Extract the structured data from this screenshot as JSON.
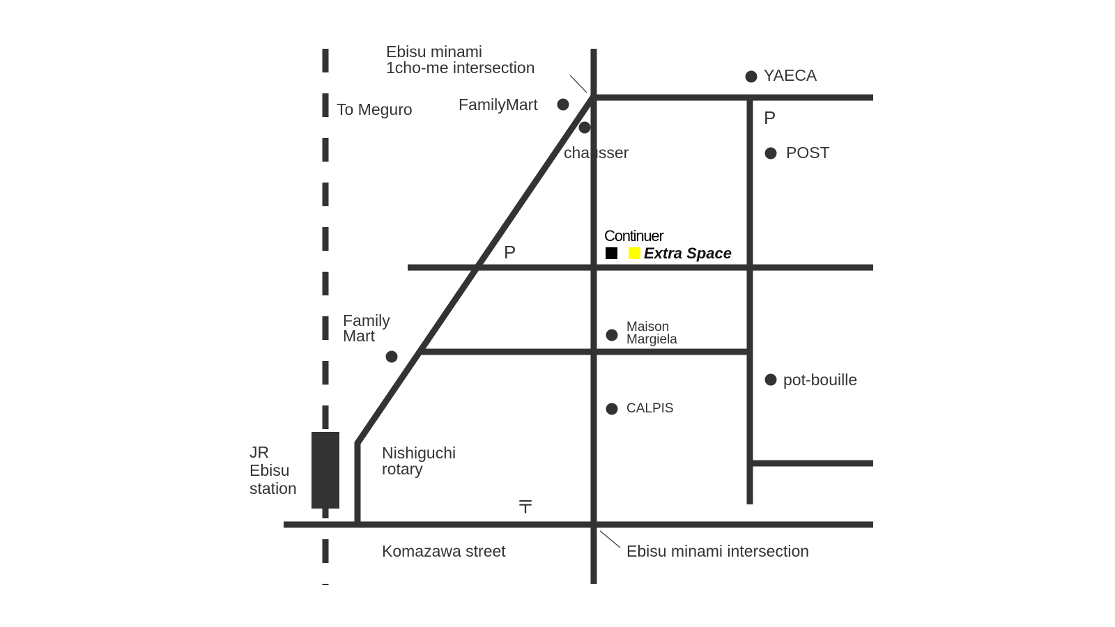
{
  "colors": {
    "road": "#333333",
    "background": "#ffffff",
    "shop_marker": "#000000",
    "extra_space_marker": "#ffff00"
  },
  "labels": {
    "intersection_north_line1": "Ebisu minami",
    "intersection_north_line2": "1cho-me intersection",
    "to_meguro": "To Meguro",
    "familymart_north": "FamilyMart",
    "chausser": "chausser",
    "yaeca": "YAECA",
    "parking_east": "P",
    "post": "POST",
    "continuer": "Continuer",
    "extra_space": "Extra Space",
    "parking_center": "P",
    "familymart_west_line1": "Family",
    "familymart_west_line2": "Mart",
    "maison_margiela_line1": "Maison",
    "maison_margiela_line2": "Margiela",
    "pot_bouille": "pot-bouille",
    "calpis": "CALPIS",
    "station_line1": "JR",
    "station_line2": "Ebisu",
    "station_line3": "station",
    "rotary_line1": "Nishiguchi",
    "rotary_line2": "rotary",
    "post_office_symbol": "〒",
    "komazawa_street": "Komazawa street",
    "intersection_south": "Ebisu minami intersection"
  },
  "icons": {
    "parking": "P",
    "post_office": "〒",
    "landmark": "dot",
    "shop": "square",
    "railway": "dashed-line"
  }
}
